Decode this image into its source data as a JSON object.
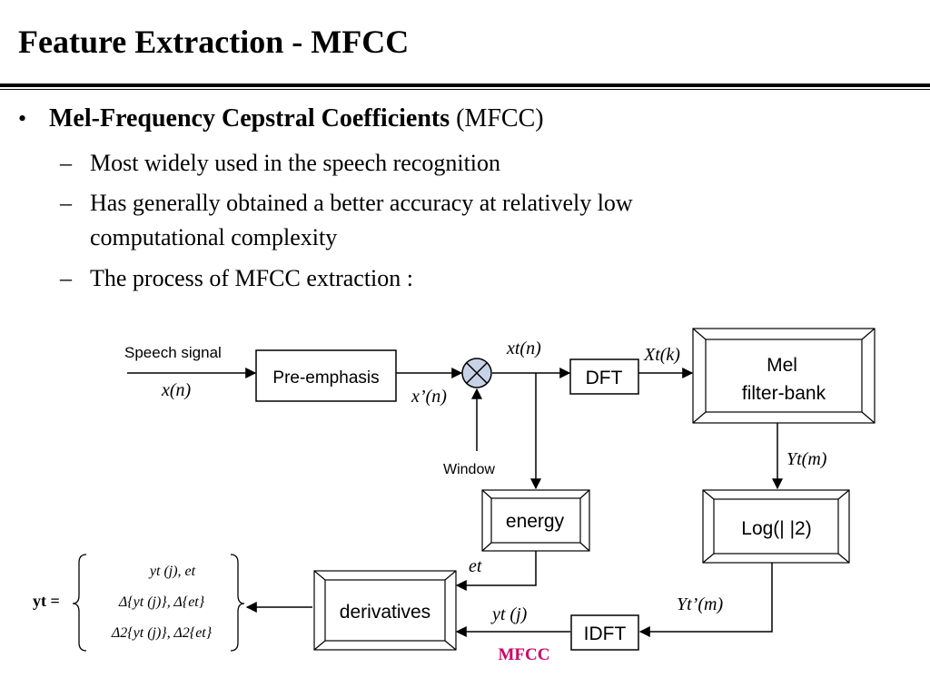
{
  "title": "Feature Extraction - MFCC",
  "bullet": {
    "marker": "•",
    "bold": "Mel-Frequency Cepstral Coefficients",
    "rest": " (MFCC)"
  },
  "subitems": [
    {
      "dash": "–",
      "text": "Most widely used in the speech recognition"
    },
    {
      "dash": "–",
      "text": "Has generally obtained a better accuracy at relatively low",
      "text2": "computational complexity"
    },
    {
      "dash": "–",
      "text": "The process of MFCC extraction :"
    }
  ],
  "diagram": {
    "speech_signal": "Speech signal",
    "x_n": "x(n)",
    "pre_emphasis": "Pre-emphasis",
    "x_prime_n": "x’(n)",
    "window": "Window",
    "xt_n": "xt(n)",
    "dft": "DFT",
    "Xt_k": "Xt(k)",
    "mel_line1": "Mel",
    "mel_line2": "filter-bank",
    "Yt_m": "Yt(m)",
    "log": "Log(| |2)",
    "Yt_prime_m": "Yt’(m)",
    "idft": "IDFT",
    "mfcc": "MFCC",
    "yt_j": "yt (j)",
    "energy": "energy",
    "et": "et",
    "derivatives": "derivatives",
    "yt_vector": "yt =",
    "matrix_row1": "yt (j), et",
    "matrix_row2": "Δ{yt (j)}, Δ{et}",
    "matrix_row3": "Δ2{yt (j)}, Δ2{et}"
  },
  "colors": {
    "mfcc": "#cc0066",
    "line": "#000000",
    "multiplier_fill": "#c8d2e6"
  }
}
